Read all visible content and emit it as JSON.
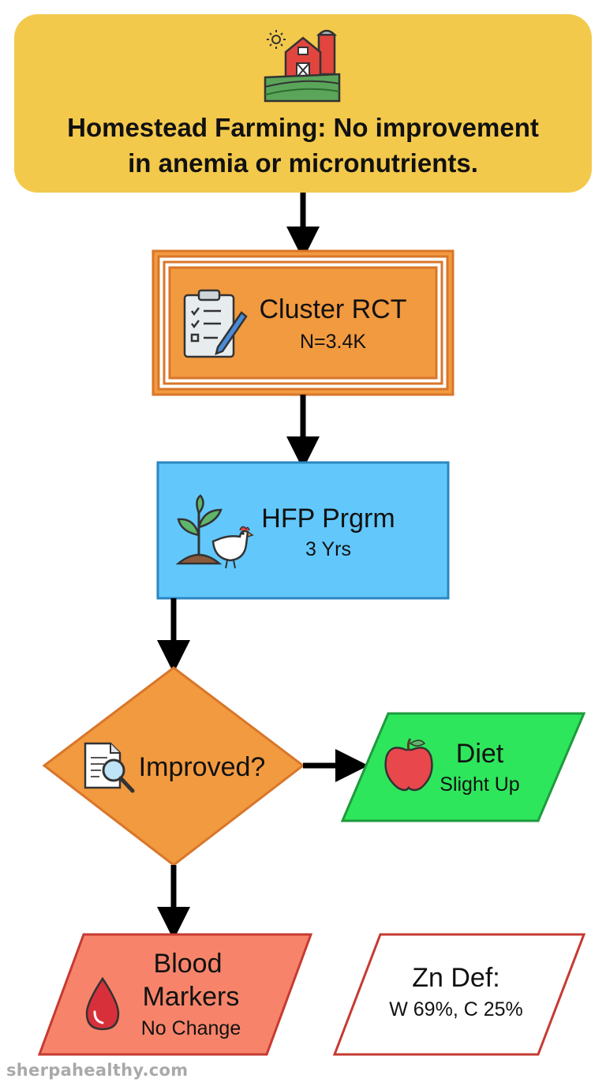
{
  "header": {
    "title_line1": "Homestead Farming: No improvement",
    "title_line2": "in anemia or micronutrients.",
    "icon": "farm-barn-silo-icon",
    "color": "#f3c94c"
  },
  "steps": {
    "cluster": {
      "title": "Cluster RCT",
      "subtitle": "N=3.4K",
      "icon": "clipboard-checklist-icon",
      "color": "#f29a3f"
    },
    "program": {
      "title": "HFP Prgrm",
      "subtitle": "3 Yrs",
      "icon": "plant-chicken-icon",
      "color": "#62c8fb"
    },
    "decision": {
      "label": "Improved?",
      "icon": "document-search-icon",
      "color": "#f29a3f"
    },
    "diet": {
      "title": "Diet",
      "subtitle": "Slight Up",
      "icon": "apple-icon",
      "color": "#2ee65c"
    },
    "blood": {
      "line1": "Blood",
      "line2": "Markers",
      "subtitle": "No Change",
      "icon": "blood-drop-icon",
      "color": "#f7846a"
    },
    "zinc": {
      "title": "Zn Def:",
      "subtitle": "W 69%, C 25%",
      "color": "#ffffff"
    }
  },
  "watermark": "sherpahealthy.com"
}
